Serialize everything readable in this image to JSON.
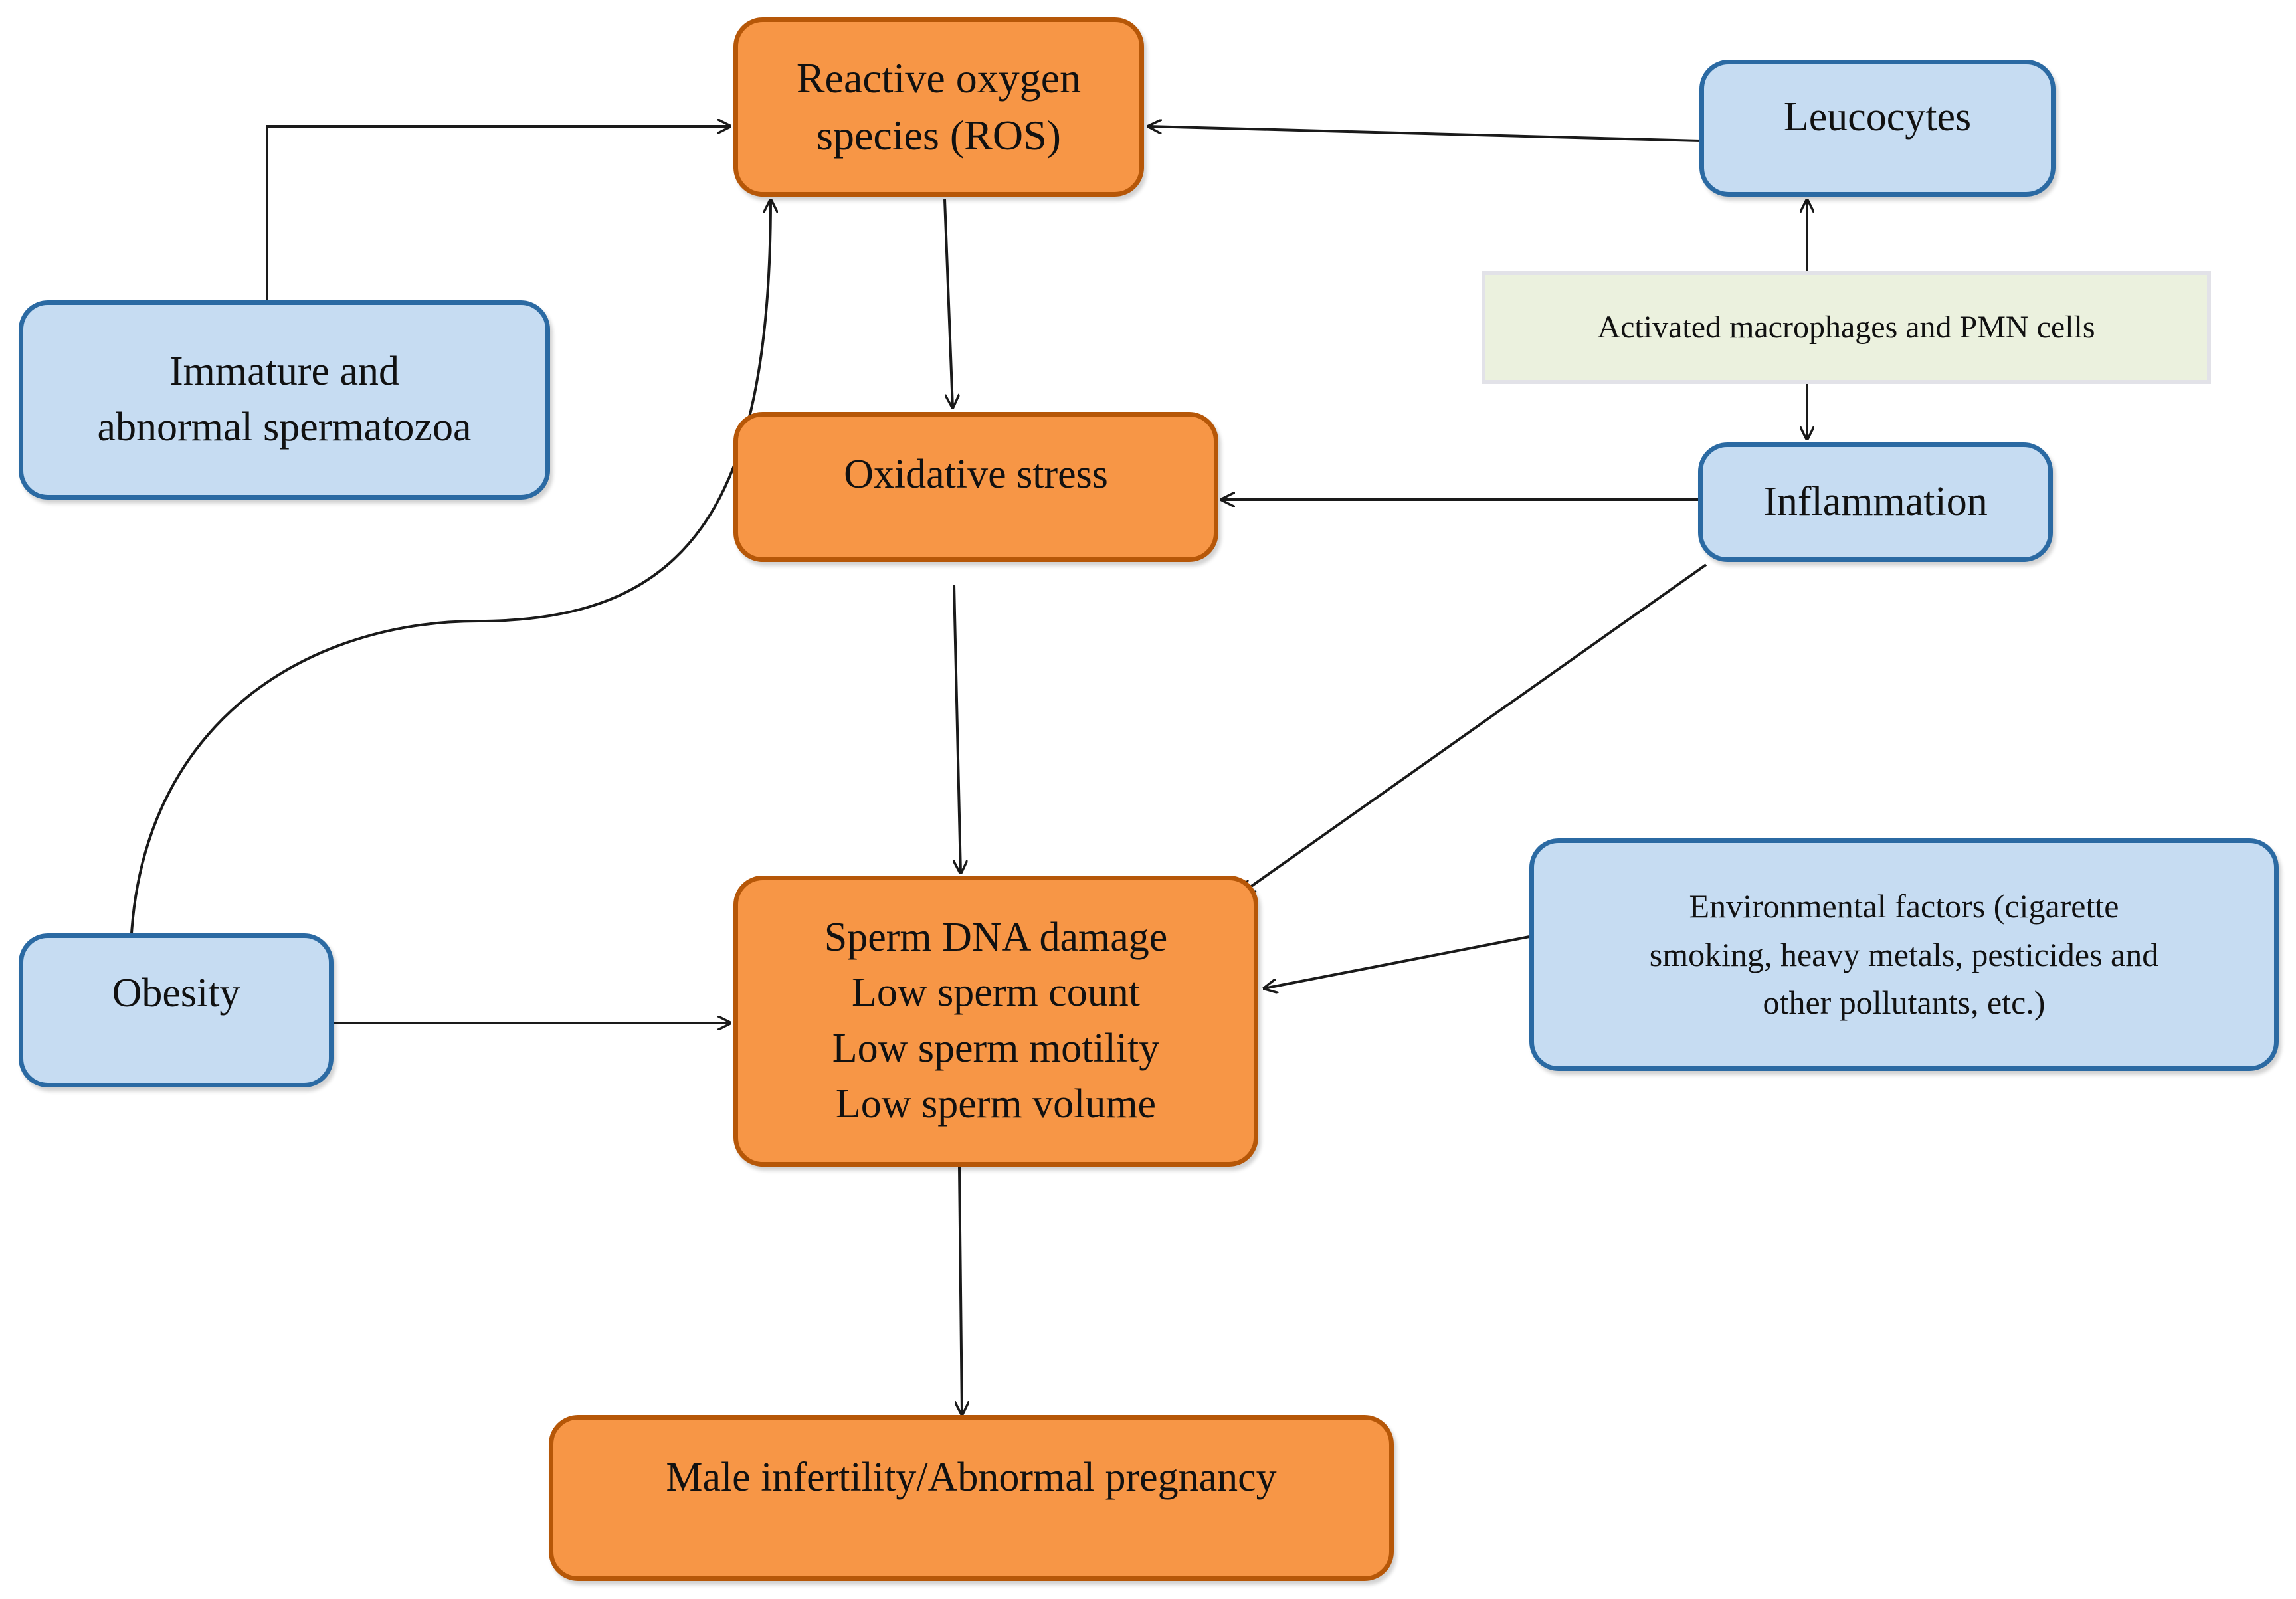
{
  "nodes": {
    "ros": {
      "lines": [
        "Reactive oxygen",
        "species (ROS)"
      ]
    },
    "leucocytes": {
      "label": "Leucocytes"
    },
    "immature": {
      "lines": [
        "Immature and",
        "abnormal spermatozoa"
      ]
    },
    "macrophages": {
      "label": "Activated macrophages and PMN cells"
    },
    "oxidative": {
      "label": "Oxidative stress"
    },
    "inflammation": {
      "label": "Inflammation"
    },
    "sperm": {
      "lines": [
        "Sperm DNA damage",
        "Low sperm count",
        "Low sperm motility",
        "Low sperm volume"
      ]
    },
    "obesity": {
      "label": "Obesity"
    },
    "environmental": {
      "lines": [
        "Environmental factors (cigarette",
        "smoking, heavy metals, pesticides and",
        "other pollutants, etc.)"
      ]
    },
    "infertility": {
      "label": "Male infertility/Abnormal pregnancy"
    }
  },
  "colors": {
    "orange_fill": "#f79646",
    "orange_border": "#b65708",
    "blue_fill": "#c6dcf2",
    "blue_border": "#2b6aa3",
    "green_fill": "#ebf1de",
    "arrow": "#1a1a1a"
  }
}
